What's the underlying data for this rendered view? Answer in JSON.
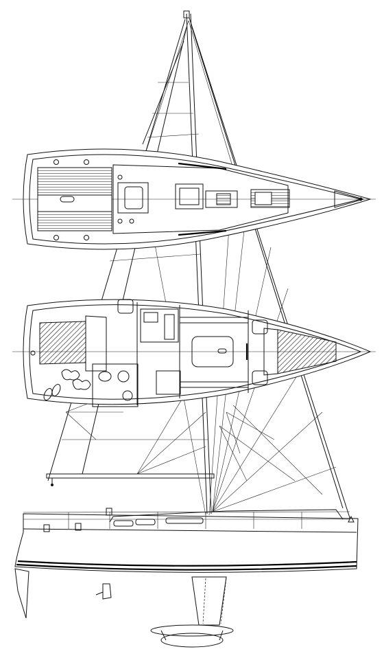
{
  "drawing": {
    "hull_lettering": "",
    "colors": {
      "line": "#111111",
      "background": "#ffffff"
    },
    "views": [
      "deck-plan",
      "interior-plan",
      "sail-plan-profile"
    ]
  }
}
